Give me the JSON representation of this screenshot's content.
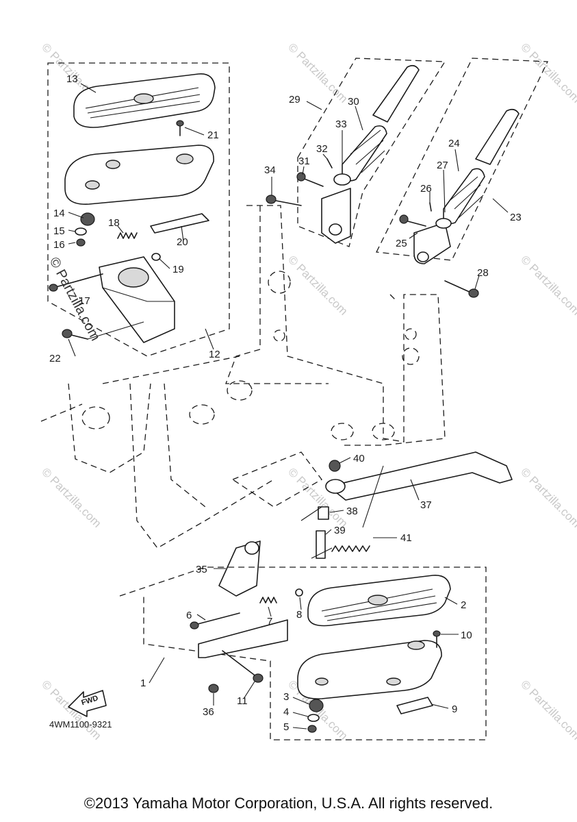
{
  "diagram_code": "4WM1100-9321",
  "fwd_label": "FWD",
  "copyright": "©2013 Yamaha Motor Corporation, U.S.A. All rights reserved.",
  "watermark_main": "© Partzilla.com",
  "watermark_tile": "© Partzilla.com",
  "callouts": [
    "1",
    "2",
    "3",
    "4",
    "5",
    "6",
    "7",
    "8",
    "9",
    "10",
    "11",
    "12",
    "13",
    "14",
    "15",
    "16",
    "17",
    "18",
    "19",
    "20",
    "21",
    "22",
    "23",
    "24",
    "25",
    "26",
    "27",
    "28",
    "29",
    "30",
    "31",
    "32",
    "33",
    "34",
    "35",
    "36",
    "37",
    "38",
    "39",
    "40",
    "41"
  ]
}
